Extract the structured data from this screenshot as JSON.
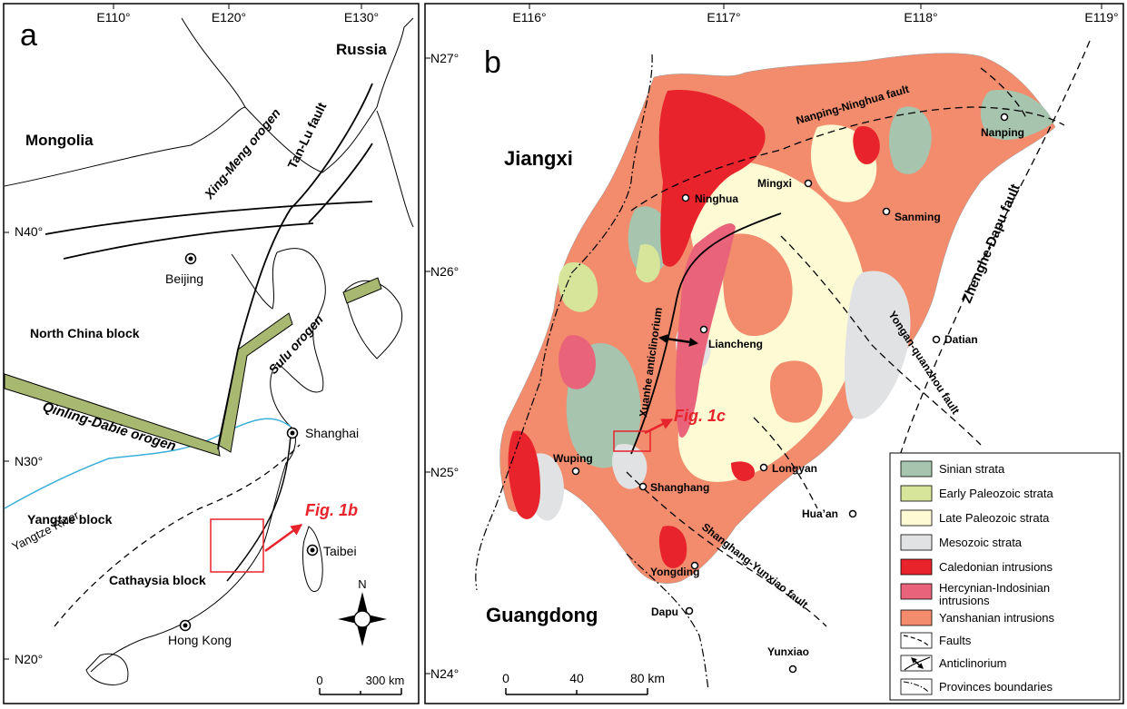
{
  "panel_a": {
    "letter": "a",
    "lon_labels": [
      "E110°",
      "E120°",
      "E130°"
    ],
    "lat_labels": [
      "N40°",
      "N30°",
      "N20°"
    ],
    "countries": {
      "russia": "Russia",
      "mongolia": "Mongolia"
    },
    "blocks": {
      "north_china": "North China block",
      "yangtze": "Yangtze block",
      "cathaysia": "Cathaysia block"
    },
    "orogens": {
      "xing_meng": "Xing-Meng orogen",
      "sulu": "Sulu orogen",
      "qinling": "Qinling-Dabie orogen"
    },
    "faults": {
      "tan_lu": "Tan-Lu fault"
    },
    "cities": {
      "beijing": "Beijing",
      "shanghai": "Shanghai",
      "taibei": "Taibei",
      "hong_kong": "Hong Kong"
    },
    "river": "Yangtze River",
    "fig_ref": "Fig. 1b",
    "north": "N",
    "scale": {
      "zero": "0",
      "max": "300 km"
    }
  },
  "panel_b": {
    "letter": "b",
    "lon_labels": [
      "E116°",
      "E117°",
      "E118°",
      "E119°"
    ],
    "lat_labels": [
      "N27°",
      "N26°",
      "N25°",
      "N24°"
    ],
    "provinces": {
      "jiangxi": "Jiangxi",
      "guangdong": "Guangdong"
    },
    "cities": {
      "nanping": "Nanping",
      "mingxi": "Mingxi",
      "ninghua": "Ninghua",
      "sanming": "Sanming",
      "liancheng": "Liancheng",
      "datian": "Datian",
      "wuping": "Wuping",
      "longyan": "Longyan",
      "shanghang": "Shanghang",
      "huaan": "Hua’an",
      "yongding": "Yongding",
      "dapu": "Dapu",
      "yunxiao": "Yunxiao"
    },
    "faults": {
      "nanping_ninghua": "Nanping-Ninghua fault",
      "zhenghe_dapu": "Zhenghe-Dapu fault",
      "yongan_quanzhou": "Yongan-quanzhou fault",
      "shanghang_yunxiao": "Shanghang-Yunxiao fault"
    },
    "anticline": "Xuanhe anticlinorium",
    "fig_ref": "Fig. 1c",
    "scale": {
      "t0": "0",
      "t1": "40",
      "t2": "80 km"
    },
    "legend": [
      {
        "label": "Sinian strata",
        "color": "#a6c4ae",
        "kind": "fill"
      },
      {
        "label": "Early Paleozoic strata",
        "color": "#d6e59a",
        "kind": "fill"
      },
      {
        "label": "Late Paleozoic strata",
        "color": "#fdfad4",
        "kind": "fill"
      },
      {
        "label": "Mesozoic strata",
        "color": "#e1e2e4",
        "kind": "fill"
      },
      {
        "label": "Caledonian intrusions",
        "color": "#e8232b",
        "kind": "fill"
      },
      {
        "label": "Hercynian-Indosinian intrusions",
        "label_lines": [
          "Hercynian-Indosinian",
          "intrusions"
        ],
        "color": "#e9647a",
        "kind": "fill"
      },
      {
        "label": "Yanshanian intrusions",
        "color": "#f28c6d",
        "kind": "fill"
      },
      {
        "label": "Faults",
        "kind": "fault-symbol"
      },
      {
        "label": "Anticlinorium",
        "kind": "anticline-symbol"
      },
      {
        "label": "Provinces boundaries",
        "kind": "boundary-symbol"
      }
    ]
  }
}
